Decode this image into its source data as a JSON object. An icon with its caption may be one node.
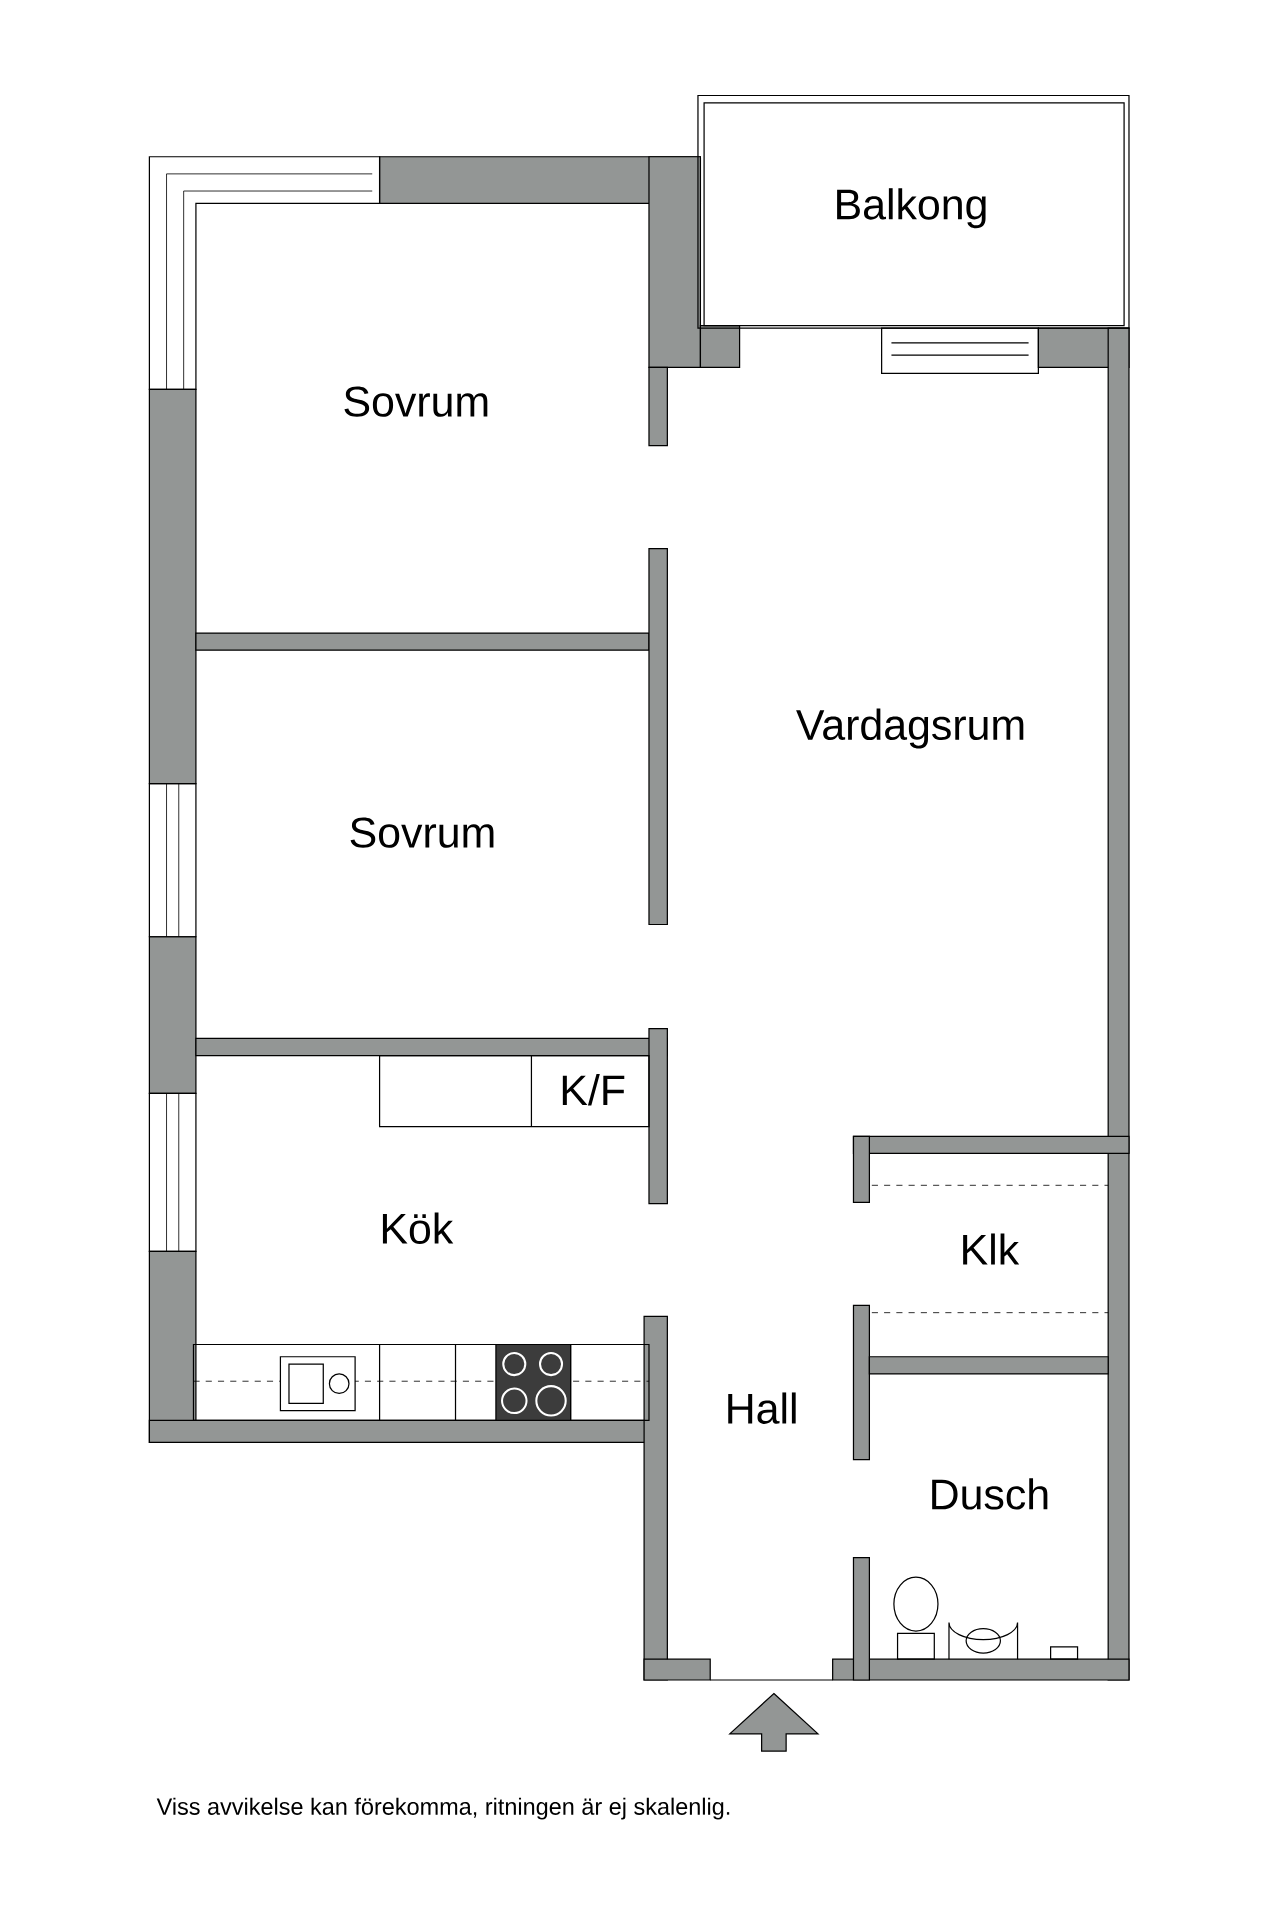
{
  "diagram": {
    "caption": "Viss avvikelse kan förekomma, ritningen är ej skalenlig.",
    "labels": [
      "Balkong",
      "Sovrum",
      "Vardagsrum",
      "Sovrum",
      "K/F",
      "Kök",
      "Klk",
      "Hall",
      "Dusch"
    ]
  }
}
